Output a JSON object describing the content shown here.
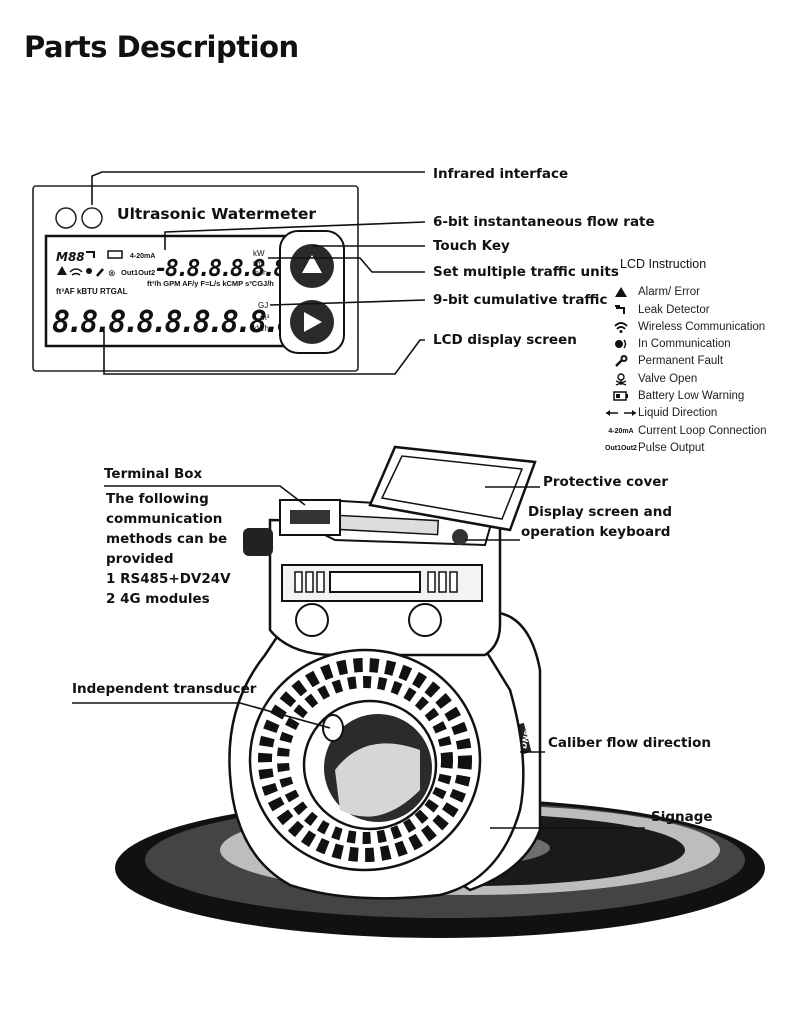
{
  "title": "Parts Description",
  "lcd_panel": {
    "brand": "Ultrasonic Watermeter",
    "top_indicators": "M88",
    "current_loop": "4-20mA",
    "out_label": "Out1Out2",
    "top_digits": "-8.8.8.8.8.8",
    "top_unit_1": "kW",
    "top_unit_2": "L/m",
    "top_unit_3": "m³/h",
    "mid_units_left": "ft³AF kBTU RTGAL",
    "mid_units_right": "ft³/h GPM AF/y F=L/s kCMP s³CGJ/h",
    "bottom_digits": "8.8.8.8.8.8.8.8.8",
    "bottom_unit_1": "GJ",
    "bottom_unit_2": "m³",
    "bottom_unit_3": "kWh"
  },
  "callouts": {
    "infrared": "Infrared interface",
    "flow_rate": "6-bit instantaneous flow rate",
    "touch_key": "Touch Key",
    "traffic_units": "Set multiple traffic units",
    "cumulative": "9-bit cumulative traffic",
    "lcd_screen": "LCD display screen",
    "terminal_box": "Terminal Box",
    "protective_cover": "Protective cover",
    "display_keyboard_1": "Display screen and",
    "display_keyboard_2": "operation keyboard",
    "transducer": "Independent transducer",
    "caliber_flow": "Caliber flow direction",
    "signage": "Signage"
  },
  "terminal_text": [
    "The following",
    "communication",
    "methods can be",
    "provided",
    "1 RS485+DV24V",
    "2 4G modules"
  ],
  "lcd_instruction": {
    "heading": "LCD Instruction",
    "items": [
      {
        "icon": "alarm-icon",
        "label": "Alarm/ Error"
      },
      {
        "icon": "leak-detector-icon",
        "label": "Leak Detector"
      },
      {
        "icon": "wireless-icon",
        "label": "Wireless Communication"
      },
      {
        "icon": "communication-icon",
        "label": "In Communication"
      },
      {
        "icon": "wrench-icon",
        "label": "Permanent Fault"
      },
      {
        "icon": "valve-icon",
        "label": "Valve Open"
      },
      {
        "icon": "battery-icon",
        "label": "Battery Low Warning"
      },
      {
        "icon": "direction-arrows-icon",
        "label": "Liquid Direction"
      },
      {
        "icon": "current-loop-icon",
        "icon_text": "4-20mA",
        "label": "Current Loop Connection"
      },
      {
        "icon": "pulse-output-icon",
        "icon_text": "Out1Out2",
        "label": "Pulse Output"
      }
    ]
  }
}
